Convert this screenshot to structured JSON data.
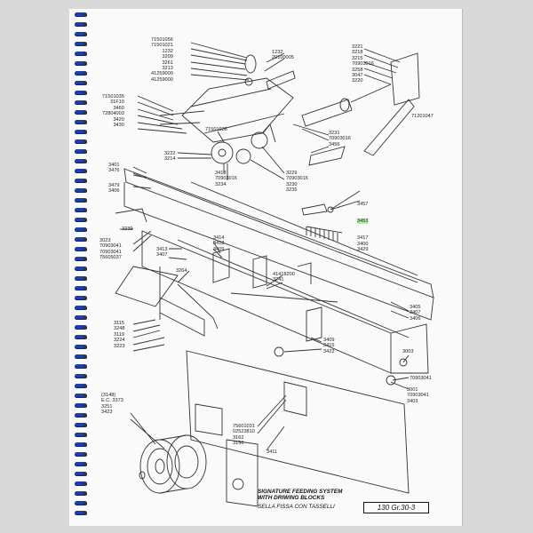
{
  "colors": {
    "binding": "#1c3fa8",
    "highlight": "#7be65a",
    "ink": "#222222",
    "paper": "#fafafa"
  },
  "labels": {
    "top_left_group": [
      "71501056",
      "71501021",
      "1232",
      "3209",
      "3261",
      "3213",
      "41259000",
      "41259000"
    ],
    "top_mid_group": [
      "1232",
      "20100005"
    ],
    "top_right_group": [
      "3221",
      "3218",
      "3215",
      "70903016",
      "3258",
      "3047",
      "3220"
    ],
    "right_ref": "71201047",
    "left_group_1": [
      "71501035",
      "31F10",
      "3460",
      "72804003",
      "3420",
      "3430"
    ],
    "mid_group_1": [
      "71501036"
    ],
    "mid_right_group": [
      "3231",
      "70903016",
      "3456"
    ],
    "left_group_2": [
      "3222",
      "3214"
    ],
    "center_group_1": [
      "3418",
      "70903016",
      "3234"
    ],
    "center_group_2": [
      "3229",
      "70903016",
      "3230",
      "3235"
    ],
    "left_group_3": [
      "3401",
      "3476"
    ],
    "left_group_4": [
      "3479",
      "3406"
    ],
    "highlight_group_pre": "3457",
    "highlight_group_hl": "3453",
    "highlight_group_post": [
      "3417",
      "3400",
      "3429"
    ],
    "left_group_5": [
      "3239"
    ],
    "left_group_6": [
      "3023",
      "70903041",
      "70903041",
      "75605037"
    ],
    "center_group_3": [
      "3414",
      "3418",
      "3409"
    ],
    "center_group_4": [
      "3413",
      "3407"
    ],
    "center_group_5": [
      "3264"
    ],
    "center_group_6": [
      "41418200",
      "3241"
    ],
    "right_group_1": [
      "3405",
      "3407",
      "3406"
    ],
    "left_group_7": [
      "3115",
      "3248",
      "3119",
      "3224",
      "3223"
    ],
    "center_group_7": [
      "3409",
      "3415",
      "3422"
    ],
    "right_group_2": [
      "3003"
    ],
    "right_group_3": [
      "70903041"
    ],
    "right_group_4": [
      "3001",
      "70903041",
      "3403"
    ],
    "left_group_8": [
      "(3148)",
      "E.C. 3373",
      "3251",
      "3423"
    ],
    "center_group_8": [
      "75601031",
      "02523810",
      "3162",
      "3156"
    ],
    "center_group_9": [
      "3411"
    ]
  },
  "title": {
    "line1": "SIGNATURE FEEDING SYSTEM",
    "line2": "WITH DRIWING BLOCKS",
    "line3": "SELLA FISSA CON TASSELLI"
  },
  "page_number": "130  Gr.30-3"
}
